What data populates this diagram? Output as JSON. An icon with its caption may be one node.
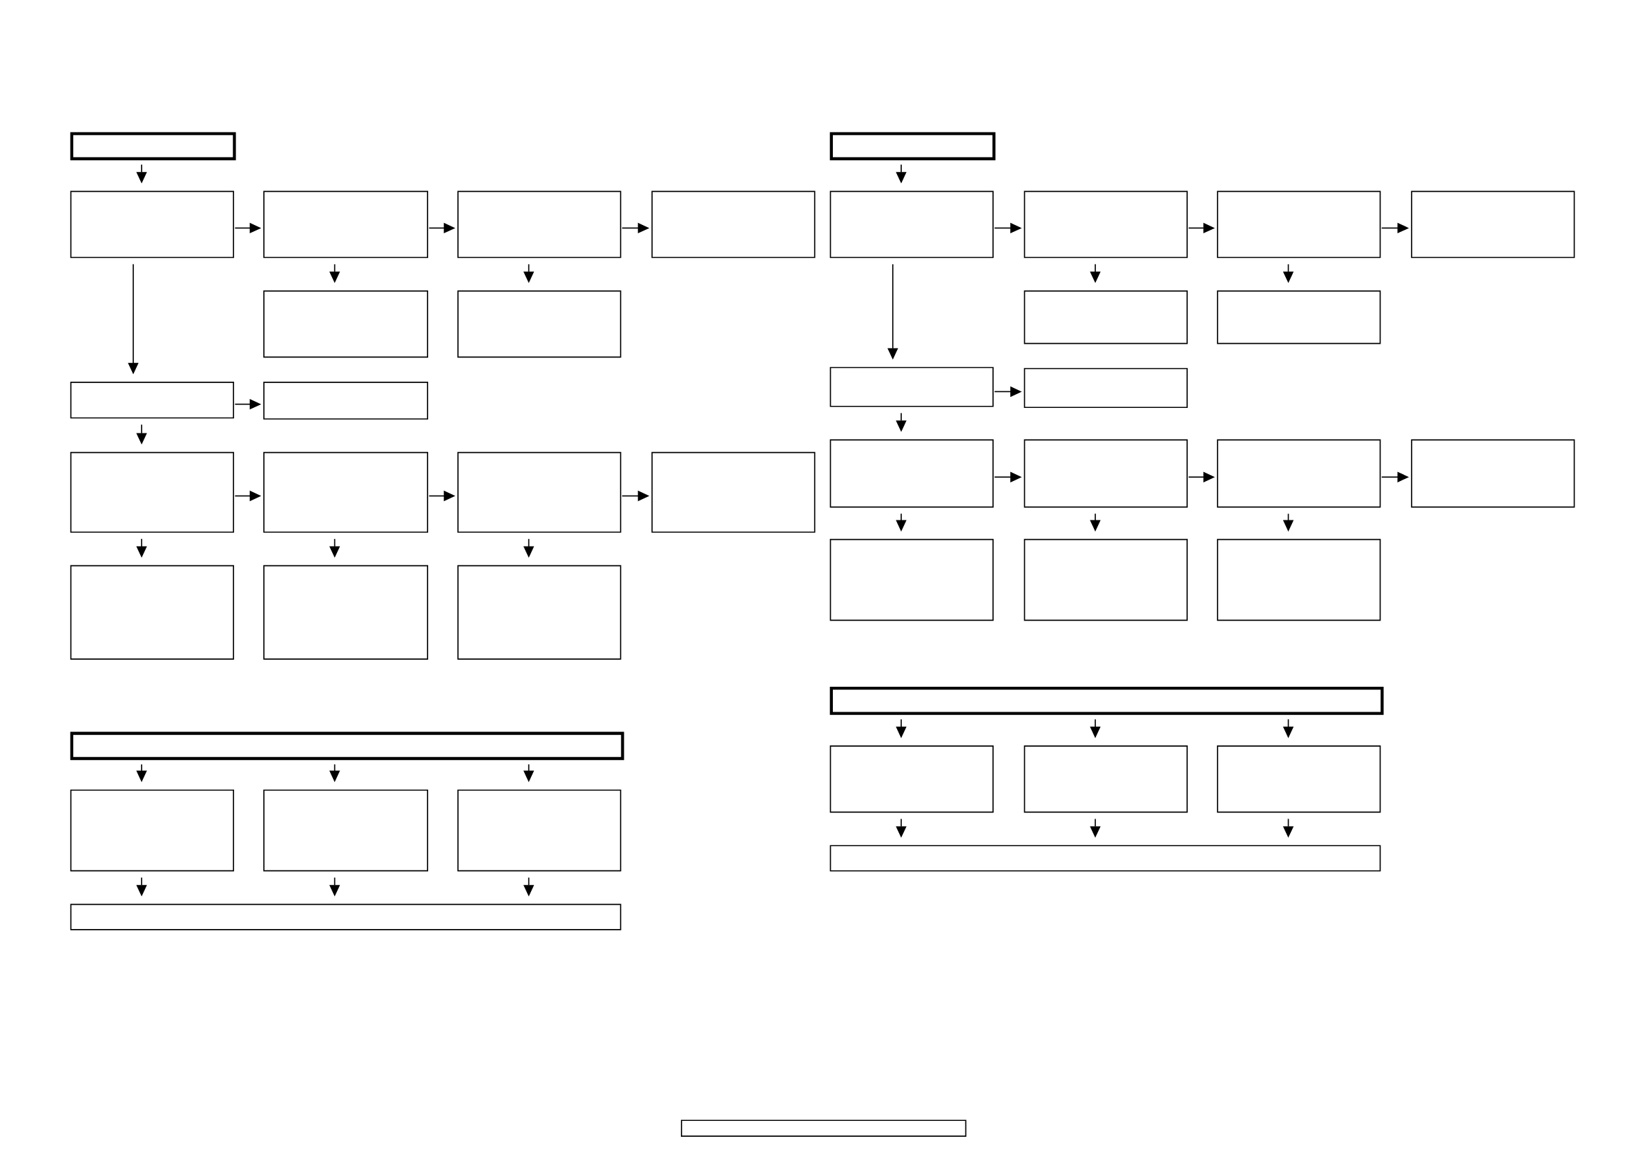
{
  "diagram": {
    "nodes": [
      {
        "text": [],
        "shape": "box"
      },
      {
        "text": [],
        "shape": "box"
      },
      {
        "text": [],
        "shape": "box"
      },
      {
        "text": [],
        "shape": "box"
      },
      {
        "text": [],
        "shape": "box"
      },
      {
        "text": [],
        "shape": "box"
      },
      {
        "text": [],
        "shape": "box"
      },
      {
        "text": [],
        "shape": "box"
      },
      {
        "text": [],
        "shape": "box"
      },
      {
        "text": [],
        "shape": "box"
      },
      {
        "text": [],
        "shape": "box"
      },
      {
        "text": [],
        "shape": "box"
      },
      {
        "text": [],
        "shape": "box"
      },
      {
        "text": [],
        "shape": "box"
      },
      {
        "text": [],
        "shape": "box"
      },
      {
        "text": [],
        "shape": "box"
      },
      {
        "text": [],
        "shape": "box"
      },
      {
        "text": [],
        "shape": "box"
      },
      {
        "text": [],
        "shape": "box"
      },
      {
        "text": [],
        "shape": "box"
      },
      {
        "text": [],
        "shape": "box"
      },
      {
        "text": [],
        "shape": "box"
      },
      {
        "text": [],
        "shape": "box"
      },
      {
        "text": [],
        "shape": "box"
      },
      {
        "text": [],
        "shape": "box"
      },
      {
        "text": [],
        "shape": "box"
      },
      {
        "text": [],
        "shape": "box"
      },
      {
        "text": [],
        "shape": "box"
      },
      {
        "text": [],
        "shape": "box"
      },
      {
        "text": [],
        "shape": "box"
      },
      {
        "text": [],
        "shape": "box"
      },
      {
        "text": [],
        "shape": "box"
      },
      {
        "text": [],
        "shape": "box"
      },
      {
        "text": [],
        "shape": "box"
      },
      {
        "text": [],
        "shape": "box"
      },
      {
        "text": [],
        "shape": "box"
      },
      {
        "text": [],
        "shape": "box"
      },
      {
        "text": [],
        "shape": "box"
      },
      {
        "text": [],
        "shape": "box"
      },
      {
        "text": [],
        "shape": "box"
      },
      {
        "text": [],
        "shape": "box"
      },
      {
        "text": [],
        "shape": "box"
      },
      {
        "text": [],
        "shape": "box"
      }
    ],
    "edges": [
      {
        "from": 0,
        "to": 1,
        "arrow": "to"
      },
      {
        "from": 1,
        "to": 2,
        "arrow": "to"
      },
      {
        "from": 2,
        "to": 3,
        "arrow": "to"
      },
      {
        "from": 3,
        "to": 4,
        "arrow": "to"
      },
      {
        "from": 2,
        "to": 5,
        "arrow": "to"
      },
      {
        "from": 3,
        "to": 6,
        "arrow": "to"
      },
      {
        "from": 1,
        "to": 7,
        "arrow": "to"
      },
      {
        "from": 7,
        "to": 8,
        "arrow": "to"
      },
      {
        "from": 7,
        "to": 9,
        "arrow": "to"
      },
      {
        "from": 9,
        "to": 10,
        "arrow": "to"
      },
      {
        "from": 10,
        "to": 11,
        "arrow": "to"
      },
      {
        "from": 11,
        "to": 12,
        "arrow": "to"
      },
      {
        "from": 9,
        "to": 13,
        "arrow": "to"
      },
      {
        "from": 10,
        "to": 14,
        "arrow": "to"
      },
      {
        "from": 11,
        "to": 15,
        "arrow": "to"
      },
      {
        "from": 16,
        "to": 17,
        "arrow": "to"
      },
      {
        "from": 16,
        "to": 18,
        "arrow": "to"
      },
      {
        "from": 16,
        "to": 19,
        "arrow": "to"
      },
      {
        "from": 17,
        "to": 20,
        "arrow": "to"
      },
      {
        "from": 18,
        "to": 20,
        "arrow": "to"
      },
      {
        "from": 19,
        "to": 20,
        "arrow": "to"
      },
      {
        "from": 21,
        "to": 22,
        "arrow": "to"
      },
      {
        "from": 22,
        "to": 23,
        "arrow": "to"
      },
      {
        "from": 23,
        "to": 24,
        "arrow": "to"
      },
      {
        "from": 24,
        "to": 25,
        "arrow": "to"
      },
      {
        "from": 23,
        "to": 26,
        "arrow": "to"
      },
      {
        "from": 24,
        "to": 27,
        "arrow": "to"
      },
      {
        "from": 22,
        "to": 28,
        "arrow": "to"
      },
      {
        "from": 28,
        "to": 29,
        "arrow": "to"
      },
      {
        "from": 28,
        "to": 30,
        "arrow": "to"
      },
      {
        "from": 30,
        "to": 31,
        "arrow": "to"
      },
      {
        "from": 31,
        "to": 32,
        "arrow": "to"
      },
      {
        "from": 32,
        "to": 33,
        "arrow": "to"
      },
      {
        "from": 30,
        "to": 34,
        "arrow": "to"
      },
      {
        "from": 31,
        "to": 35,
        "arrow": "to"
      },
      {
        "from": 32,
        "to": 36,
        "arrow": "to"
      },
      {
        "from": 37,
        "to": 38,
        "arrow": "to"
      },
      {
        "from": 37,
        "to": 39,
        "arrow": "to"
      },
      {
        "from": 37,
        "to": 40,
        "arrow": "to"
      },
      {
        "from": 38,
        "to": 41,
        "arrow": "to"
      },
      {
        "from": 39,
        "to": 41,
        "arrow": "to"
      },
      {
        "from": 40,
        "to": 41,
        "arrow": "to"
      }
    ]
  }
}
